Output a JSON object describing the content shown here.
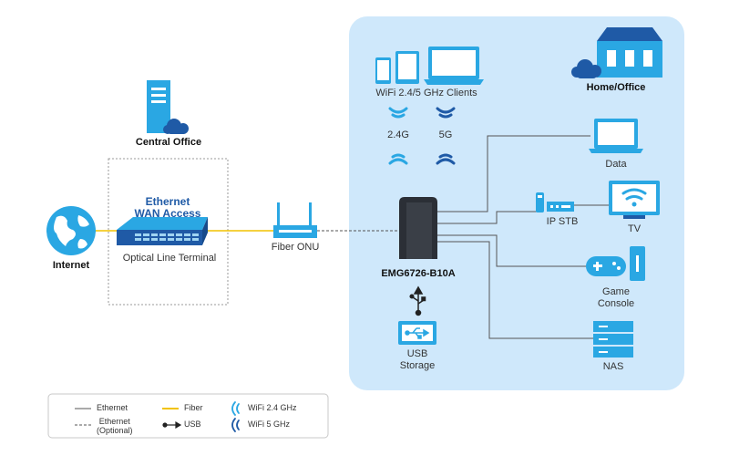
{
  "colors": {
    "home_bg": "#cfe8fb",
    "device_blue": "#2aa7e3",
    "device_dark": "#1f5aa6",
    "fiber": "#f2c200",
    "ethernet": "#555555"
  },
  "nodes": {
    "central_office": "Central Office",
    "home_office": "Home/Office",
    "internet": "Internet",
    "wan_access_line1": "Ethernet",
    "wan_access_line2": "WAN Access",
    "olt": "Optical Line Terminal",
    "fiber_onu": "Fiber ONU",
    "router": "EMG6726-B10A",
    "wifi_clients": "WiFi 2.4/5 GHz Clients",
    "band_24": "2.4G",
    "band_5": "5G",
    "data": "Data",
    "ip_stb": "IP STB",
    "tv": "TV",
    "game_console_line1": "Game",
    "game_console_line2": "Console",
    "nas": "NAS",
    "usb_storage_line1": "USB",
    "usb_storage_line2": "Storage"
  },
  "icons": {
    "server": "server-icon",
    "cloud": "cloud-icon",
    "globe": "globe-icon",
    "house": "house-icon",
    "laptop": "laptop-icon",
    "tv": "tv-icon",
    "gamepad": "gamepad-icon",
    "nas": "nas-icon",
    "usb": "usb-icon"
  },
  "legend": {
    "ethernet": "Ethernet",
    "ethernet_optional_line1": "Ethernet",
    "ethernet_optional_line2": "(Optional)",
    "fiber": "Fiber",
    "usb": "USB",
    "wifi24": "WiFi 2.4 GHz",
    "wifi5": "WiFi 5 GHz"
  }
}
